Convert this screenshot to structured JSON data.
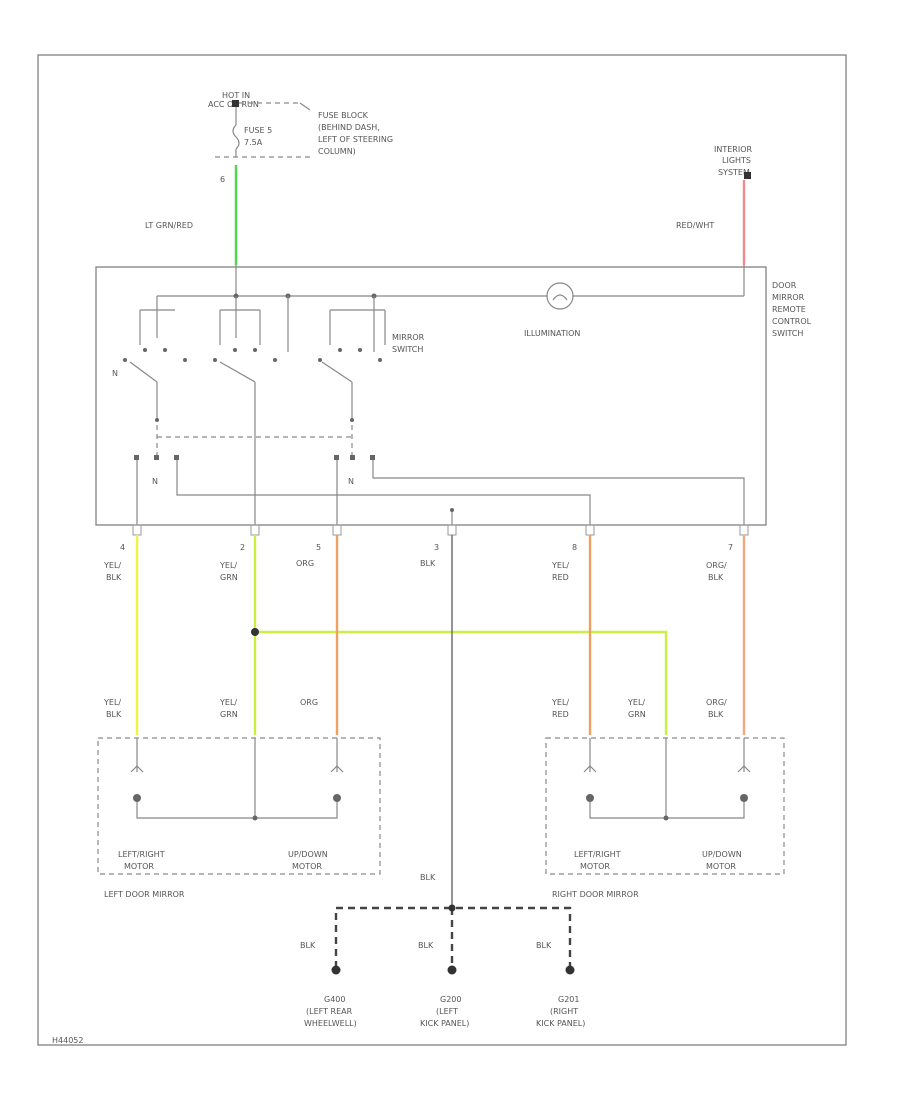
{
  "top_power": {
    "hot_label_1": "HOT IN",
    "hot_label_2": "ACC OR RUN",
    "fuse_label_1": "FUSE 5",
    "fuse_label_2": "7.5A",
    "fuse_block_1": "FUSE BLOCK",
    "fuse_block_2": "(BEHIND DASH,",
    "fuse_block_3": "LEFT OF STEERING",
    "fuse_block_4": "COLUMN)",
    "pin": "6",
    "wire_color": "LT GRN/RED"
  },
  "interior_lights": {
    "label_1": "INTERIOR",
    "label_2": "LIGHTS",
    "label_3": "SYSTEM",
    "wire_color": "RED/WHT"
  },
  "switch_unit": {
    "title_1": "DOOR",
    "title_2": "MIRROR",
    "title_3": "REMOTE",
    "title_4": "CONTROL",
    "title_5": "SWITCH",
    "illumination": "ILLUMINATION",
    "mirror_switch_1": "MIRROR",
    "mirror_switch_2": "SWITCH",
    "pos_n": "N"
  },
  "connector_pins": [
    {
      "pin": "4",
      "color_1": "YEL/",
      "color_2": "BLK"
    },
    {
      "pin": "2",
      "color_1": "YEL/",
      "color_2": "GRN"
    },
    {
      "pin": "5",
      "color_1": "ORG",
      "color_2": ""
    },
    {
      "pin": "3",
      "color_1": "BLK",
      "color_2": ""
    },
    {
      "pin": "8",
      "color_1": "YEL/",
      "color_2": "RED"
    },
    {
      "pin": "7",
      "color_1": "ORG/",
      "color_2": "BLK"
    }
  ],
  "left_mirror": {
    "wire_1a": "YEL/",
    "wire_1b": "BLK",
    "wire_2a": "YEL/",
    "wire_2b": "GRN",
    "wire_3": "ORG",
    "motor_lr_1": "LEFT/RIGHT",
    "motor_lr_2": "MOTOR",
    "motor_ud_1": "UP/DOWN",
    "motor_ud_2": "MOTOR",
    "title": "LEFT DOOR MIRROR"
  },
  "right_mirror": {
    "wire_1a": "YEL/",
    "wire_1b": "RED",
    "wire_2a": "YEL/",
    "wire_2b": "GRN",
    "wire_3a": "ORG/",
    "wire_3b": "BLK",
    "motor_lr_1": "LEFT/RIGHT",
    "motor_lr_2": "MOTOR",
    "motor_ud_1": "UP/DOWN",
    "motor_ud_2": "MOTOR",
    "title": "RIGHT DOOR MIRROR"
  },
  "grounds": {
    "main_wire": "BLK",
    "items": [
      {
        "wire": "BLK",
        "name": "G400",
        "loc_1": "(LEFT REAR",
        "loc_2": "WHEELWELL)"
      },
      {
        "wire": "BLK",
        "name": "G200",
        "loc_1": "(LEFT",
        "loc_2": "KICK PANEL)"
      },
      {
        "wire": "BLK",
        "name": "G201",
        "loc_1": "(RIGHT",
        "loc_2": "KICK PANEL)"
      }
    ]
  },
  "footer_code": "H44052",
  "colors": {
    "lt_grn": "#4cd84c",
    "red_wht": "#f08a8a",
    "yel_blk": "#f2f240",
    "yel_grn": "#c8f040",
    "org": "#f0a060"
  }
}
